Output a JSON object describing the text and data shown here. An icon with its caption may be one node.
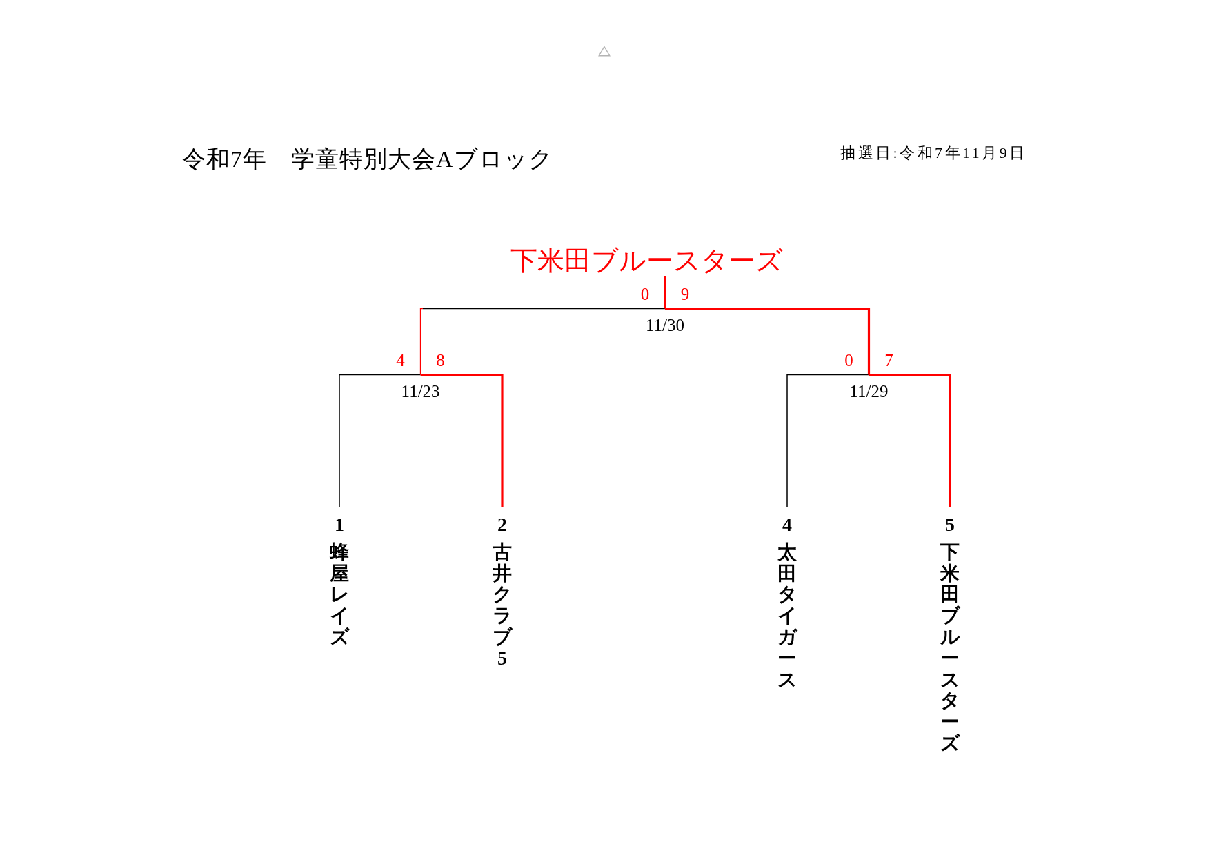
{
  "diagram": {
    "title": "令和7年　学童特別大会Aブロック",
    "nodes": [
      {
        "text": [
          "下米田ブルースターズ"
        ]
      },
      {
        "text": [
          "11/30"
        ]
      },
      {
        "text": [
          "11/23"
        ]
      },
      {
        "text": [
          "11/29"
        ]
      },
      {
        "text": [
          "1",
          "蜂屋レイズ"
        ]
      },
      {
        "text": [
          "2",
          "古井クラブ5"
        ]
      },
      {
        "text": [
          "4",
          "太田タイガース"
        ]
      },
      {
        "text": [
          "5",
          "下米田ブルースターズ"
        ]
      }
    ],
    "edges": [
      {
        "from": 4,
        "to": 2,
        "arrow": "none",
        "label": "4",
        "color": "#000000"
      },
      {
        "from": 5,
        "to": 2,
        "arrow": "none",
        "label": "8"
      },
      {
        "from": 6,
        "to": 3,
        "arrow": "none",
        "label": "0",
        "color": "#000000"
      },
      {
        "from": 7,
        "to": 3,
        "arrow": "none",
        "label": "7"
      },
      {
        "from": 2,
        "to": 1,
        "arrow": "none",
        "label": "0",
        "color": "#000000"
      },
      {
        "from": 3,
        "to": 1,
        "arrow": "none",
        "label": "9"
      },
      {
        "from": 1,
        "to": 0,
        "arrow": "none"
      }
    ],
    "labels": [
      "抽選日:令和7年11月9日"
    ]
  }
}
